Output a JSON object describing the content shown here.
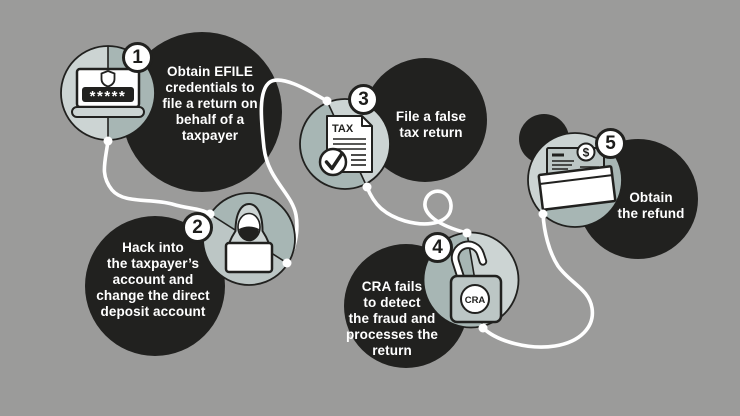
{
  "colors": {
    "background": "#9b9b9a",
    "circle_dark": "#21211f",
    "tone_light": "#ccd4d3",
    "tone_mid": "#bcc6c5",
    "tone_dark": "#a7b6b4",
    "outline": "#21211f",
    "line": "#ffffff",
    "text": "#ffffff"
  },
  "steps": [
    {
      "number": "1",
      "icon": "laptop-password-icon",
      "lines": [
        "Obtain EFILE",
        "credentials to",
        "file a return on",
        "behalf of a",
        "taxpayer"
      ]
    },
    {
      "number": "2",
      "icon": "hacker-icon",
      "lines": [
        "Hack into",
        "the taxpayer’s",
        "account and",
        "change the direct",
        "deposit account"
      ]
    },
    {
      "number": "3",
      "icon": "tax-document-icon",
      "lines": [
        "File a false",
        "tax return"
      ]
    },
    {
      "number": "4",
      "icon": "open-padlock-icon",
      "lines": [
        "CRA fails",
        "to detect",
        "the fraud and",
        "processes the",
        "return"
      ]
    },
    {
      "number": "5",
      "icon": "refund-cheque-icon",
      "lines": [
        "Obtain",
        "the refund"
      ]
    }
  ],
  "icon_labels": {
    "laptop_password": "*****",
    "tax_doc": "TAX",
    "padlock": "CRA",
    "coin": "$"
  }
}
